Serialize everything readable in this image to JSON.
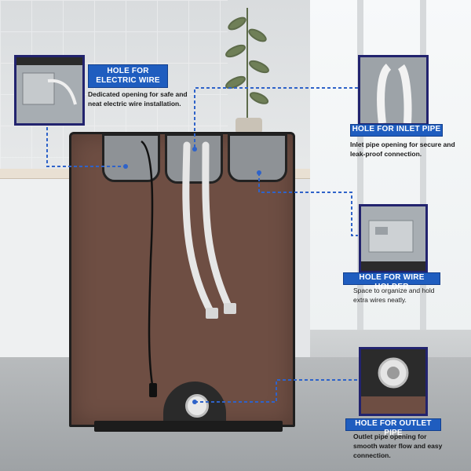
{
  "callouts": {
    "wire": {
      "title": "HOLE FOR ELECTRIC WIRE",
      "description": "Dedicated opening for safe and neat electric wire installation."
    },
    "inlet": {
      "title": "HOLE FOR INLET PIPE",
      "description": "Inlet pipe opening for secure and leak-proof connection."
    },
    "holder": {
      "title": "HOLE FOR WIRE HOLDER",
      "description": "Space to organize and hold extra wires neatly."
    },
    "outlet": {
      "title": "HOLE FOR OUTLET PIPE",
      "description": "Outlet pipe opening for smooth water flow and easy connection."
    }
  },
  "colors": {
    "cover": "#6e4e43",
    "label_blue": "#1f5dbf",
    "inset_border": "#22236e",
    "dashed_line": "#2f63c9"
  }
}
